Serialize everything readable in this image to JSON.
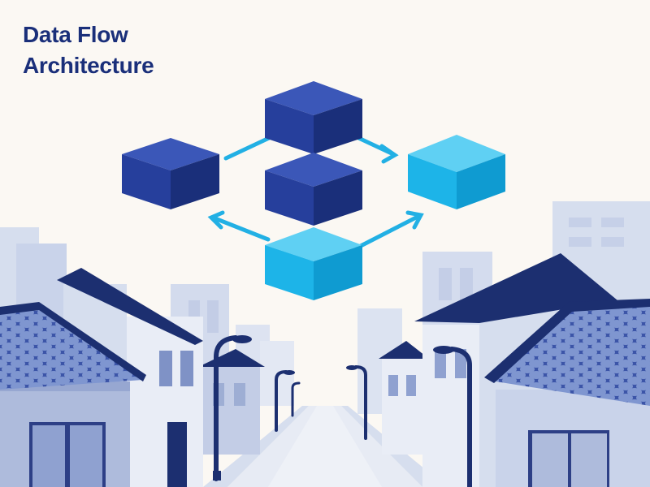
{
  "title": {
    "line1": "Data Flow",
    "line2": "Architecture"
  },
  "colors": {
    "background": "#fbf8f3",
    "title": "#1a2f7a",
    "navy_block": "#263f9c",
    "cyan_block": "#1db4e8",
    "arrow": "#22b0e4",
    "building_light": "#d6deee",
    "building_mid": "#aebbdc",
    "roof_navy": "#1c2f70"
  },
  "illustration": {
    "blocks": [
      "navy-block",
      "navy-block",
      "navy-block",
      "cyan-block",
      "cyan-block"
    ],
    "arrows": 4,
    "scene": "street-with-houses"
  }
}
